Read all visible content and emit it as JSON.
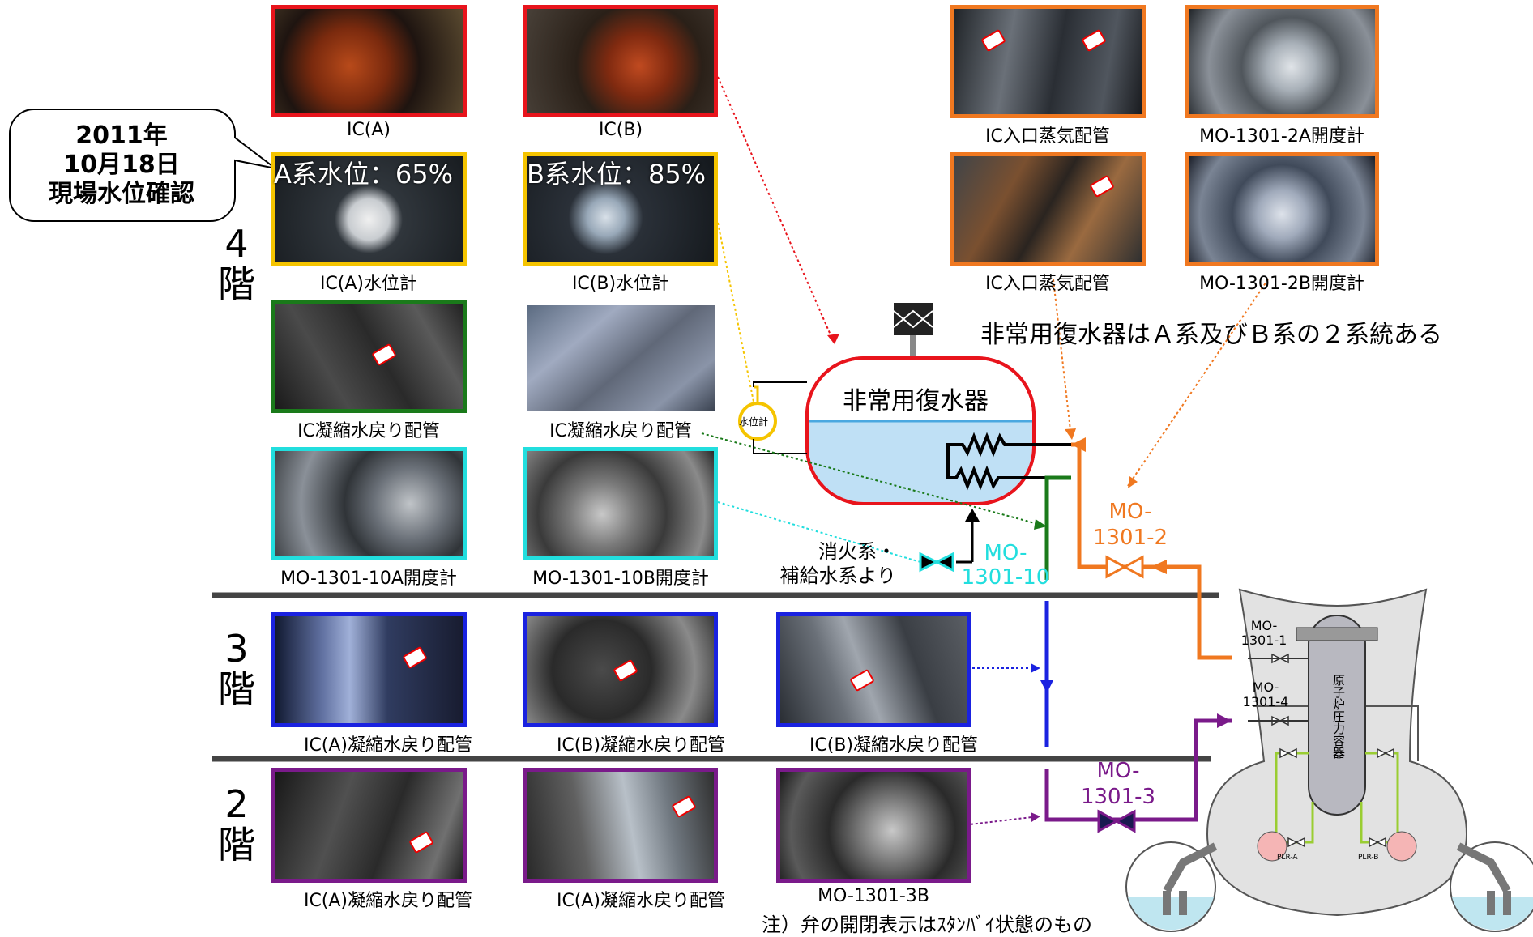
{
  "callout": {
    "line1": "2011年",
    "line2": "10月18日",
    "line3": "現場水位確認"
  },
  "floors": {
    "f4": "4\n階",
    "f3": "3\n階",
    "f2": "2\n階"
  },
  "photos": {
    "ic_a": "IC(A)",
    "ic_b": "IC(B)",
    "ic_a_level": "IC(A)水位計",
    "ic_b_level": "IC(B)水位計",
    "a_level_overlay": "A系水位：65%",
    "b_level_overlay": "B系水位：85%",
    "ic_cond_return_1": "IC凝縮水戻り配管",
    "ic_cond_return_2": "IC凝縮水戻り配管",
    "mo_10a": "MO-1301-10A開度計",
    "mo_10b": "MO-1301-10B開度計",
    "ic_inlet_1": "IC入口蒸気配管",
    "ic_inlet_2": "IC入口蒸気配管",
    "mo_2a": "MO-1301-2A開度計",
    "mo_2b": "MO-1301-2B開度計",
    "f3_a": "IC(A)凝縮水戻り配管",
    "f3_b1": "IC(B)凝縮水戻り配管",
    "f3_b2": "IC(B)凝縮水戻り配管",
    "f2_a1": "IC(A)凝縮水戻り配管",
    "f2_a2": "IC(A)凝縮水戻り配管",
    "f2_mo3b": "MO-1301-3B"
  },
  "diagram": {
    "condenser": "非常用復水器",
    "level_gauge": "水位計",
    "note_two_systems": "非常用復水器はＡ系及びＢ系の２系統ある",
    "fire_line_1": "消火系・",
    "fire_line_2": "補給水系より",
    "mo10_1": "MO-",
    "mo10_2": "1301-10",
    "mo2_1": "MO-",
    "mo2_2": "1301-2",
    "mo3_1": "MO-",
    "mo3_2": "1301-3",
    "mo1_1": "MO-",
    "mo1_2": "1301-1",
    "mo4_1": "MO-",
    "mo4_2": "1301-4",
    "rpv": "原子炉圧力容器",
    "plr_a": "PLR-A",
    "plr_b": "PLR-B",
    "footnote": "注）弁の開閉表示はｽﾀﾝﾊﾞｲ状態のもの"
  },
  "colors": {
    "red": "#e8141c",
    "yellow": "#f5c400",
    "green": "#1a7a1a",
    "cyan": "#22dede",
    "orange": "#f07820",
    "blue": "#1a22e0",
    "purple": "#7a1a8a"
  }
}
